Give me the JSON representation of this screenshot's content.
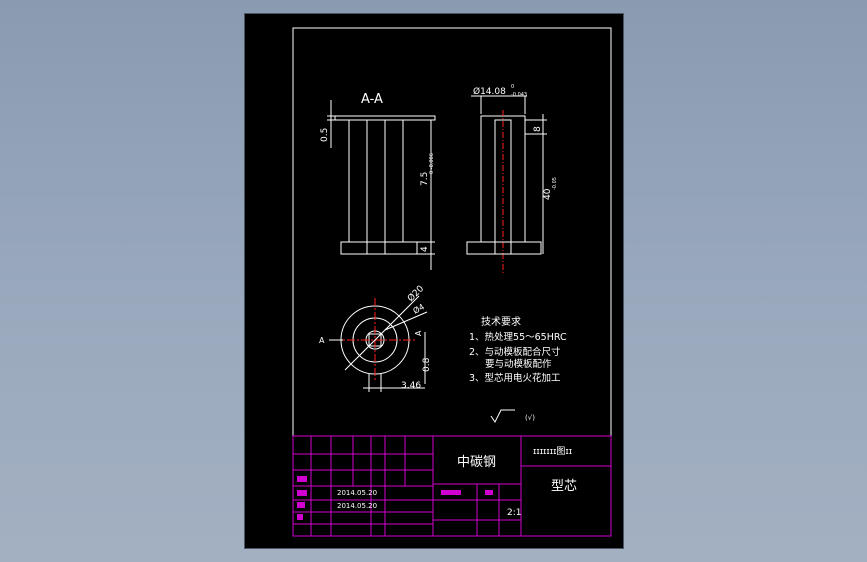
{
  "colors": {
    "background": "#8a9bb1",
    "sheet": "#000000",
    "outline": "#ffffff",
    "title_block_lines": "#d000d0",
    "center_lines": "#ff2020"
  },
  "views": {
    "section_label": "A-A",
    "left_dims": {
      "top_thickness": "0.5",
      "bore": "7.5",
      "bore_tol": "0\n-0.006",
      "base_height": "4"
    },
    "right_dims": {
      "diameter": "Ø14.08",
      "diameter_tol_upper": "0",
      "diameter_tol_lower": "-0.043",
      "head_height": "8",
      "length": "40",
      "length_tol": "-0.05"
    },
    "top_view": {
      "outer_dia": "Ø20",
      "inner_dia": "Ø4",
      "section_mark_left": "A",
      "section_mark_right": "A",
      "offset": "0.8",
      "width": "3.46"
    }
  },
  "notes": {
    "title": "技术要求",
    "items": [
      "1、热处理55～65HRC",
      "2、与动模板配合尺寸",
      "要与动模板配作",
      "3、型芯用电火花加工"
    ]
  },
  "roughness_symbol": "(√)",
  "title_block": {
    "material": "中碳钢",
    "part_name": "型芯",
    "scale": "2:1",
    "date1": "2014.05.20",
    "date2": "2014.05.20",
    "header_glyphs": "ɪɪɪɪɪɪɪ图ɪɪ"
  }
}
